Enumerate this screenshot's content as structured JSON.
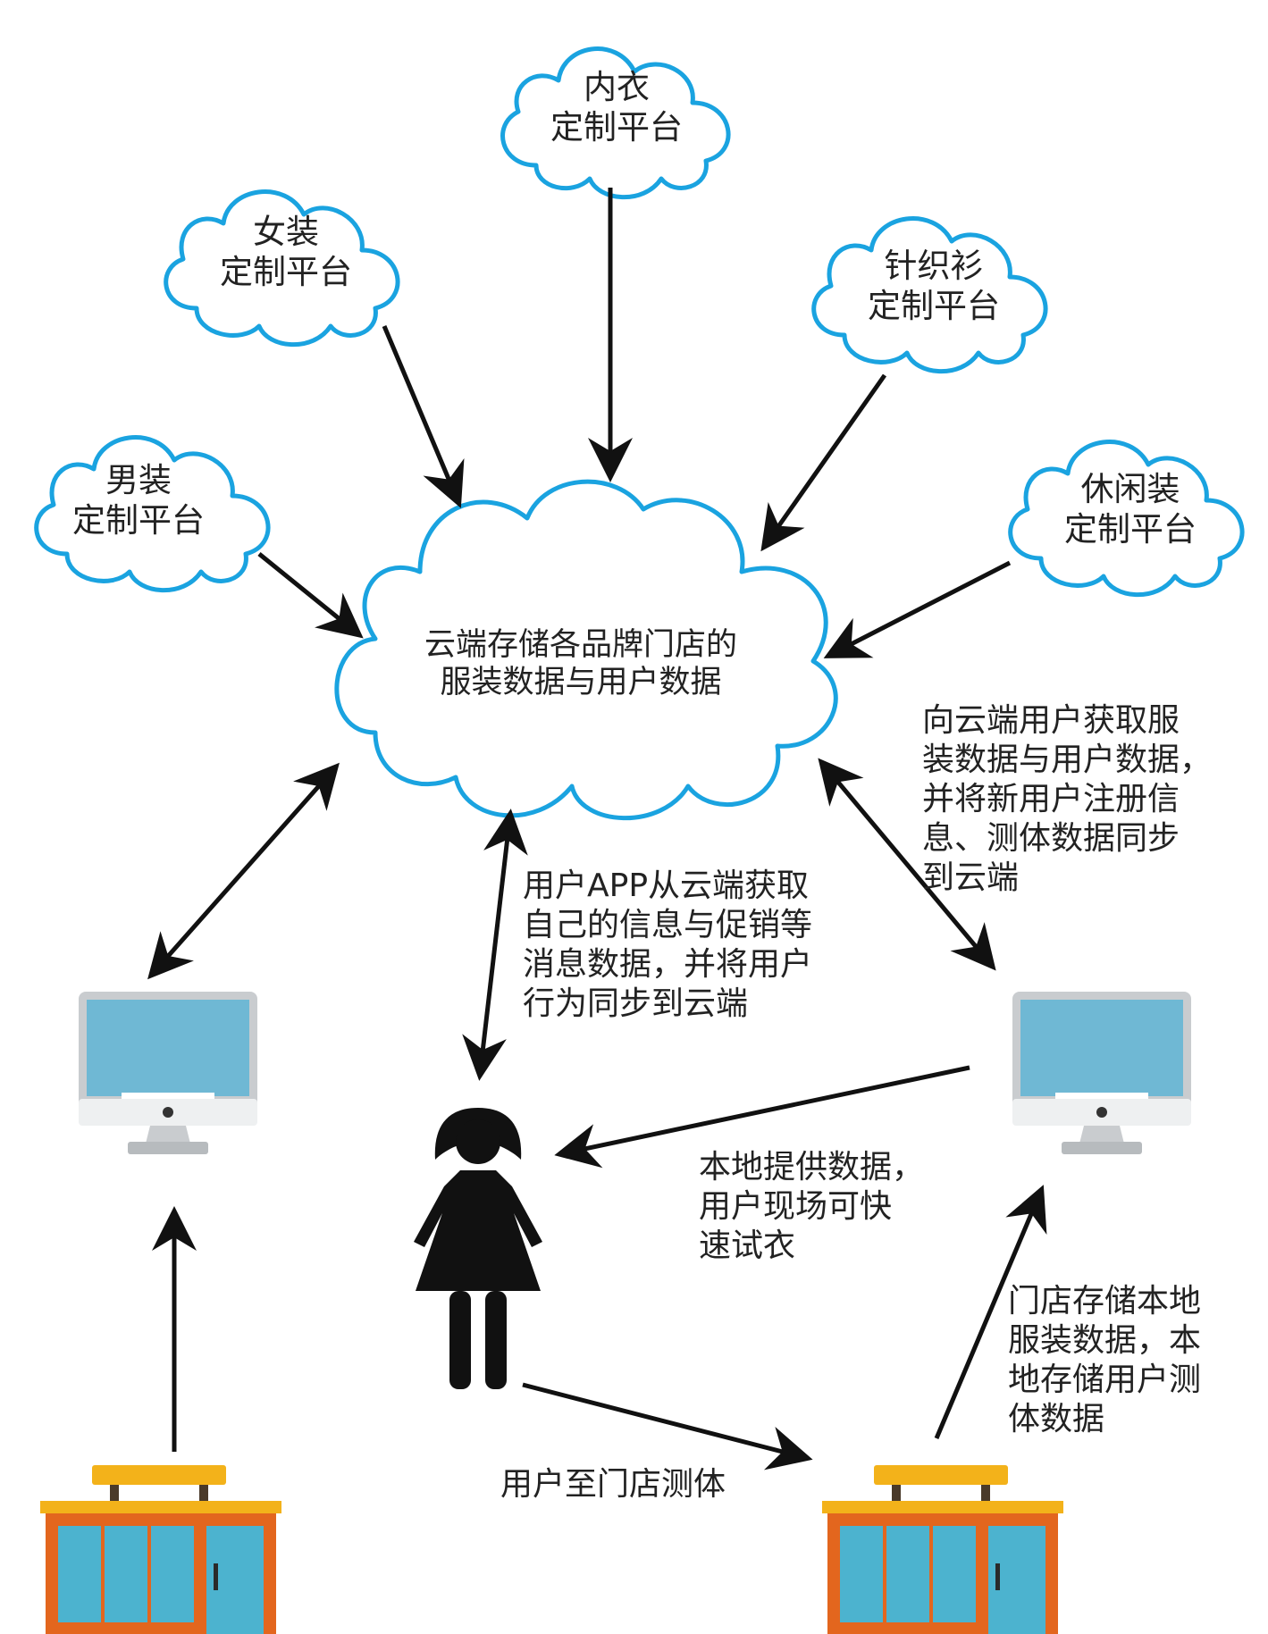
{
  "colors": {
    "cloud_stroke": "#1aa3e0",
    "arrow": "#111111",
    "monitor_screen": "#6fb8d4",
    "monitor_frame": "#c9cccf",
    "store_orange": "#e3661e",
    "store_roof": "#f3b21a",
    "store_glass": "#4cb3cf",
    "person": "#111111"
  },
  "central_cloud": {
    "line1": "云端存储各品牌门店的",
    "line2": "服装数据与用户数据"
  },
  "platforms": [
    {
      "line1": "内衣",
      "line2": "定制平台"
    },
    {
      "line1": "女装",
      "line2": "定制平台"
    },
    {
      "line1": "针织衫",
      "line2": "定制平台"
    },
    {
      "line1": "男装",
      "line2": "定制平台"
    },
    {
      "line1": "休闲装",
      "line2": "定制平台"
    }
  ],
  "notes": {
    "store_sync": [
      "向云端用户获取服",
      "装数据与用户数据，",
      "并将新用户注册信",
      "息、测体数据同步",
      "到云端"
    ],
    "app_sync": [
      "用户APP从云端获取",
      "自己的信息与促销等",
      "消息数据，并将用户",
      "行为同步到云端"
    ],
    "local_data": [
      "本地提供数据，",
      "用户现场可快",
      "速试衣"
    ],
    "store_storage": [
      "门店存储本地",
      "服装数据，本",
      "地存储用户测",
      "体数据"
    ],
    "user_to_store": "用户至门店测体"
  },
  "icons": {
    "left_terminal": "monitor-icon",
    "right_terminal": "monitor-icon",
    "user": "person-icon",
    "left_store": "store-icon",
    "right_store": "store-icon"
  }
}
